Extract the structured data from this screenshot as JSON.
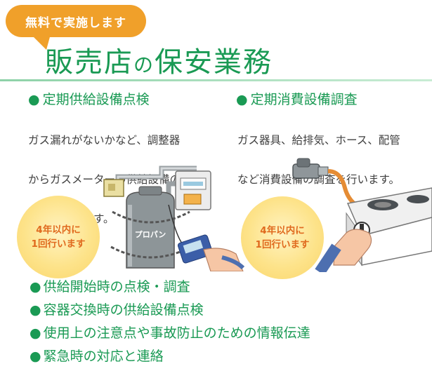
{
  "badge_top": "無料で実施します",
  "title": {
    "main": "販売店",
    "particle": "の",
    "rest": "保安業務"
  },
  "left": {
    "heading": "定期供給設備点検",
    "lines": [
      "ガス漏れがないかなど、調整器",
      "からガスメーターの供給設備の",
      "点検を行います。"
    ],
    "badge": [
      "4年以内に",
      "1回行います"
    ],
    "cylinder_label": "プロパン"
  },
  "right": {
    "heading": "定期消費設備調査",
    "lines": [
      "ガス器具、給排気、ホース、配管",
      "など消費設備の調査を行います。"
    ],
    "badge": [
      "4年以内に",
      "1回行います"
    ]
  },
  "bullets": [
    "供給開始時の点検・調査",
    "容器交換時の供給設備点検",
    "使用上の注意点や事故防止のための情報伝達",
    "緊急時の対応と連絡"
  ],
  "bullet_mark": "●",
  "colors": {
    "green": "#1a9a54",
    "orange": "#f0a02a",
    "badge_text": "#e06a1e"
  }
}
